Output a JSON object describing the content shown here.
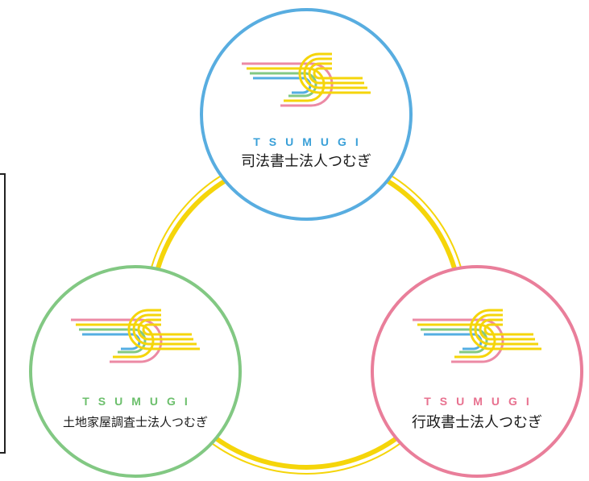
{
  "firms": [
    {
      "brand": "TSUMUGI",
      "name": "司法書士法人つむぎ",
      "ring_color": "#58ade0",
      "brand_color": "#3aa0d8"
    },
    {
      "brand": "TSUMUGI",
      "name": "土地家屋調査士法人つむぎ",
      "ring_color": "#82c883",
      "brand_color": "#6cbf6c"
    },
    {
      "brand": "TSUMUGI",
      "name": "行政書士法人つむぎ",
      "ring_color": "#e97e9a",
      "brand_color": "#e8718f"
    }
  ],
  "palette": {
    "connector": "#f5d50a",
    "logo_pink": "#ec8aa4",
    "logo_blue": "#54aee2",
    "logo_green": "#82c883",
    "logo_yellow": "#f5d50a"
  }
}
